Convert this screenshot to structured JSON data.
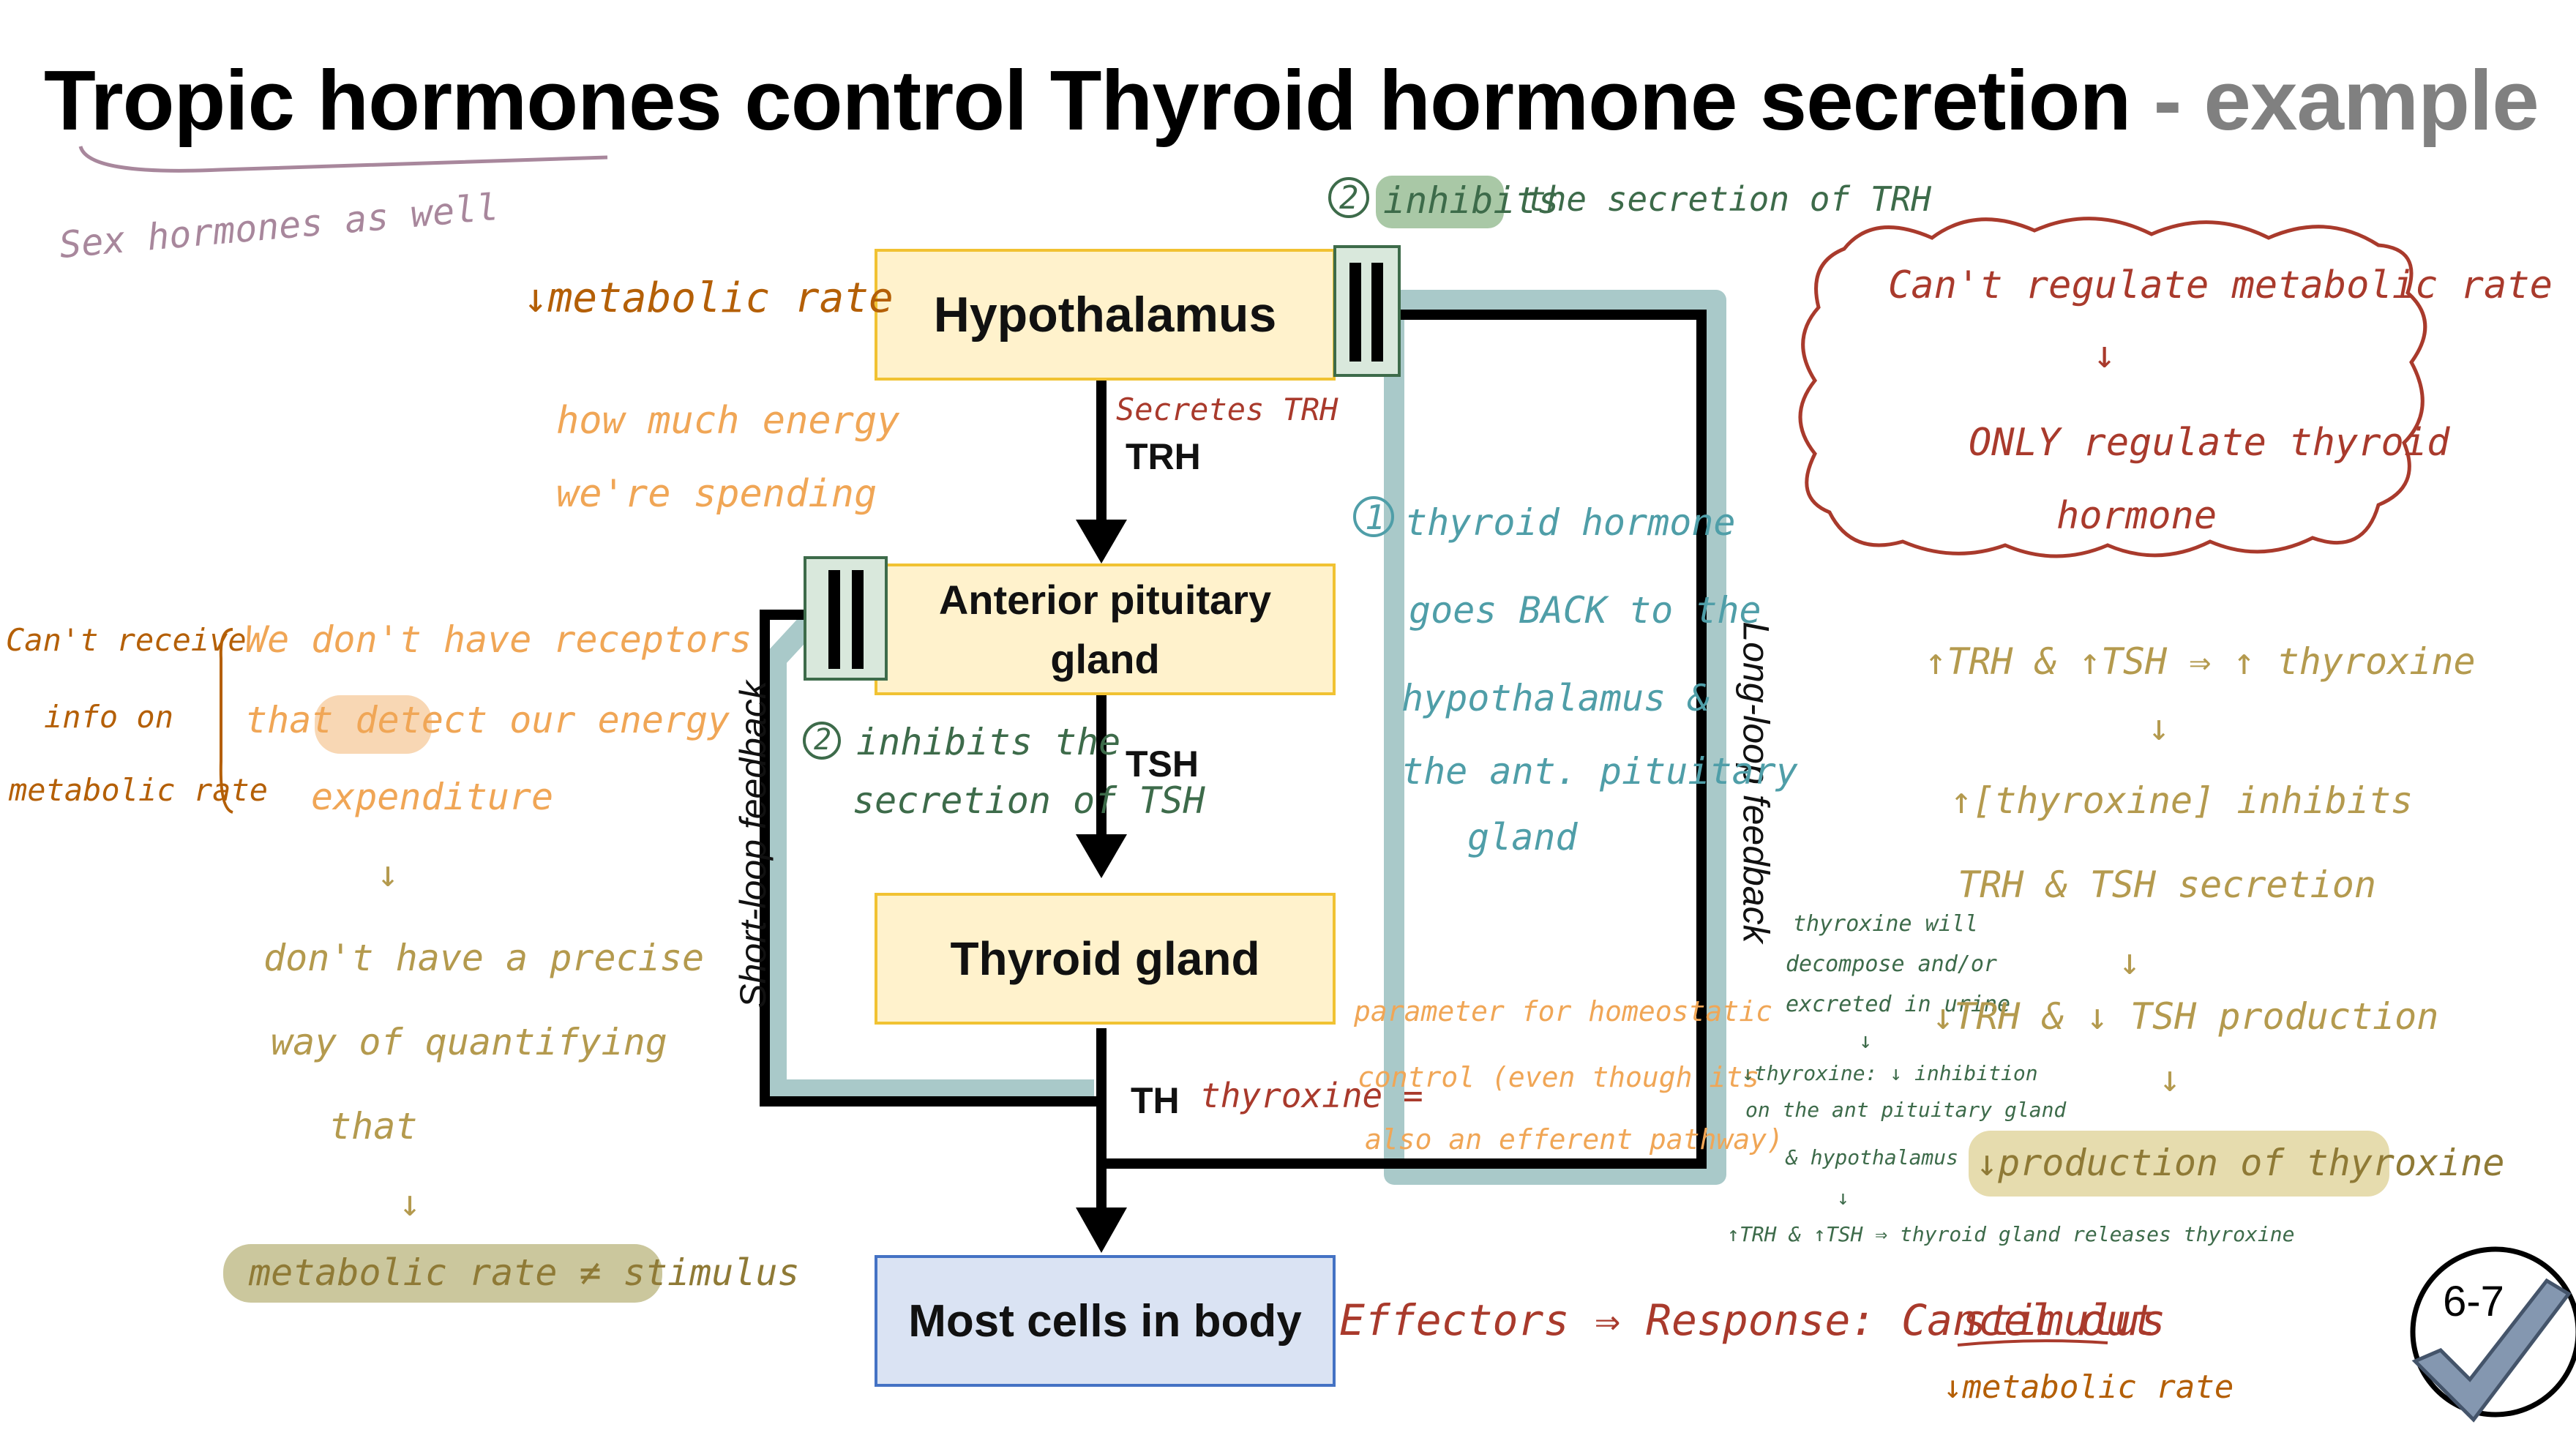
{
  "title": {
    "main": "Tropic hormones control Thyroid hormone secretion",
    "sub": " - example"
  },
  "boxes": {
    "hypothalamus": "Hypothalamus",
    "anterior_pituitary": "Anterior pituitary gland",
    "thyroid": "Thyroid gland",
    "most_cells": "Most cells in body"
  },
  "arrows": {
    "trh": "TRH",
    "tsh": "TSH",
    "th": "TH"
  },
  "feedback": {
    "short": "Short-loop feedback",
    "long": "Long-loop feedback"
  },
  "badge": "6-7",
  "notes": {
    "sex_hormones": "Sex hormones as well",
    "metabolic_rate": "↓metabolic rate",
    "energy": [
      "how much energy",
      "we're spending"
    ],
    "cant_receive": [
      "Can't receive",
      "info on",
      "metabolic rate"
    ],
    "receptors": [
      "We don't have receptors",
      "that detect our energy",
      "expenditure"
    ],
    "precise": [
      "don't have a precise",
      "way of quantifying",
      "that"
    ],
    "stimulus": "metabolic rate ≠ stimulus",
    "inhibits_trh": "inhibits",
    "inhibits_trh_rest": "the secretion of TRH",
    "num1": "1",
    "num2a": "2",
    "num2b": "2",
    "secretes_trh": "Secretes TRH",
    "inhibits_tsh": [
      "inhibits the",
      "secretion of TSH"
    ],
    "thyroid_back": [
      "thyroid hormone",
      "goes BACK to the",
      "hypothalamus &",
      "the ant. pituitary",
      "gland"
    ],
    "thyroxine": "thyroxine =",
    "parameter": [
      "parameter for homeostatic",
      "control (even though its",
      "also an efferent pathway)"
    ],
    "decompose": [
      "thyroxine will",
      "decompose and/or",
      "excreted in urine",
      "↓",
      "↓thyroxine: ↓ inhibition",
      "on the ant pituitary gland",
      "& hypothalamus",
      "↓",
      "↑TRH & ↑TSH ⇒ thyroid gland releases thyroxine"
    ],
    "cloud": [
      "Can't regulate metabolic rate",
      "↓",
      "ONLY regulate thyroid",
      "hormone"
    ],
    "right_chain": [
      "↑TRH & ↑TSH ⇒ ↑ thyroxine",
      "↓",
      "↑[thyroxine] inhibits",
      "TRH & TSH secretion",
      "↓",
      "↓TRH & ↓ TSH production",
      "↓"
    ],
    "production": "↓production of thyroxine",
    "effectors": "Effectors ⇒ Response: Cancel out",
    "effectors_stim": "stimulus",
    "metabolic_rate2": "↓metabolic rate"
  },
  "colors": {
    "orange_dark": "#b45f06",
    "orange_light": "#f0a656",
    "olive": "#b49a4e",
    "red": "#a93a2c",
    "teal": "#4f9ea8",
    "green": "#3d6b4a",
    "mauve": "#a8879c",
    "feedback_glow": "#a9c9c9"
  }
}
